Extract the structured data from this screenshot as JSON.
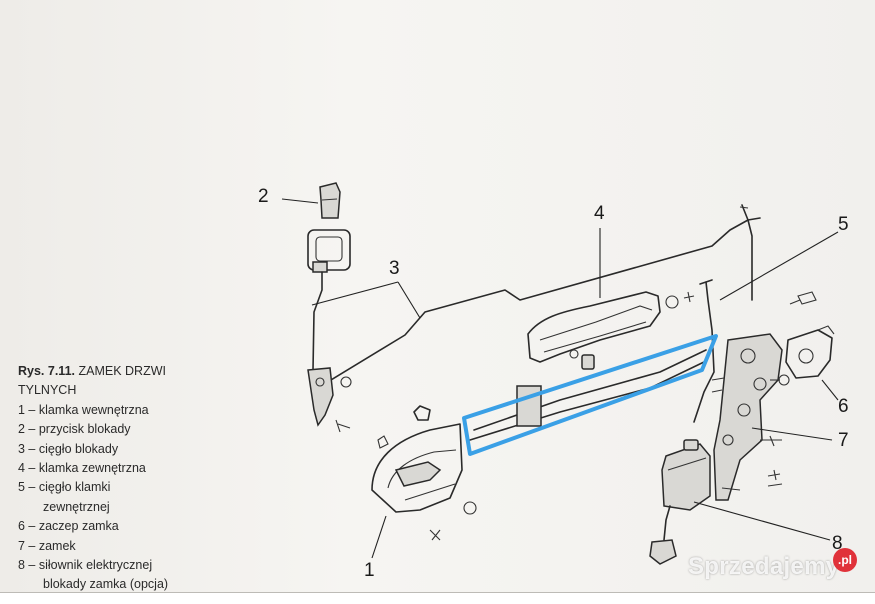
{
  "caption": {
    "figure_number": "Rys. 7.11.",
    "title_line1": "ZAMEK DRZWI",
    "title_line2": "TYLNYCH"
  },
  "legend": [
    {
      "num": "1",
      "text": "klamka wewnętrzna"
    },
    {
      "num": "2",
      "text": "przycisk blokady"
    },
    {
      "num": "3",
      "text": "cięgło blokady"
    },
    {
      "num": "4",
      "text": "klamka zewnętrzna"
    },
    {
      "num": "5",
      "text": "cięgło klamki",
      "cont": "zewnętrznej"
    },
    {
      "num": "6",
      "text": "zaczep zamka"
    },
    {
      "num": "7",
      "text": "zamek"
    },
    {
      "num": "8",
      "text": "siłownik elektrycznej",
      "cont": "blokady zamka (opcja)"
    }
  ],
  "callouts": {
    "c1": "1",
    "c2": "2",
    "c3": "3",
    "c4": "4",
    "c5": "5",
    "c6": "6",
    "c7": "7",
    "c8": "8"
  },
  "highlight_color": "#3aa0e6",
  "watermark": {
    "text": "Sprzedajemy",
    "badge": ".pl"
  }
}
